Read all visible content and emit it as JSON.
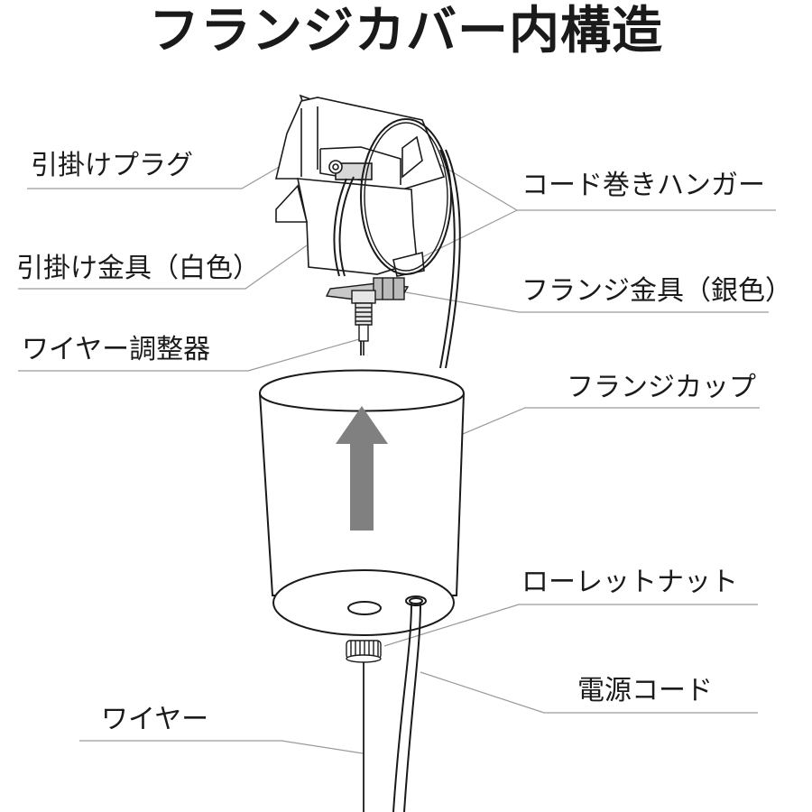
{
  "title": "フランジカバー内構造",
  "labels": {
    "hook_plug": "引掛けプラグ",
    "hook_bracket": "引掛け金具（白色）",
    "wire_adjuster": "ワイヤー調整器",
    "wire": "ワイヤー",
    "cord_hanger": "コード巻きハンガー",
    "flange_bracket": "フランジ金具（銀色）",
    "flange_cup": "フランジカップ",
    "knurled_nut": "ローレットナット",
    "power_cord": "電源コード"
  },
  "colors": {
    "line": "#1a1a1a",
    "leader": "#9a9a9a",
    "arrow": "#808080",
    "background": "#ffffff"
  },
  "icons": {
    "arrow": "up-arrow-icon"
  }
}
